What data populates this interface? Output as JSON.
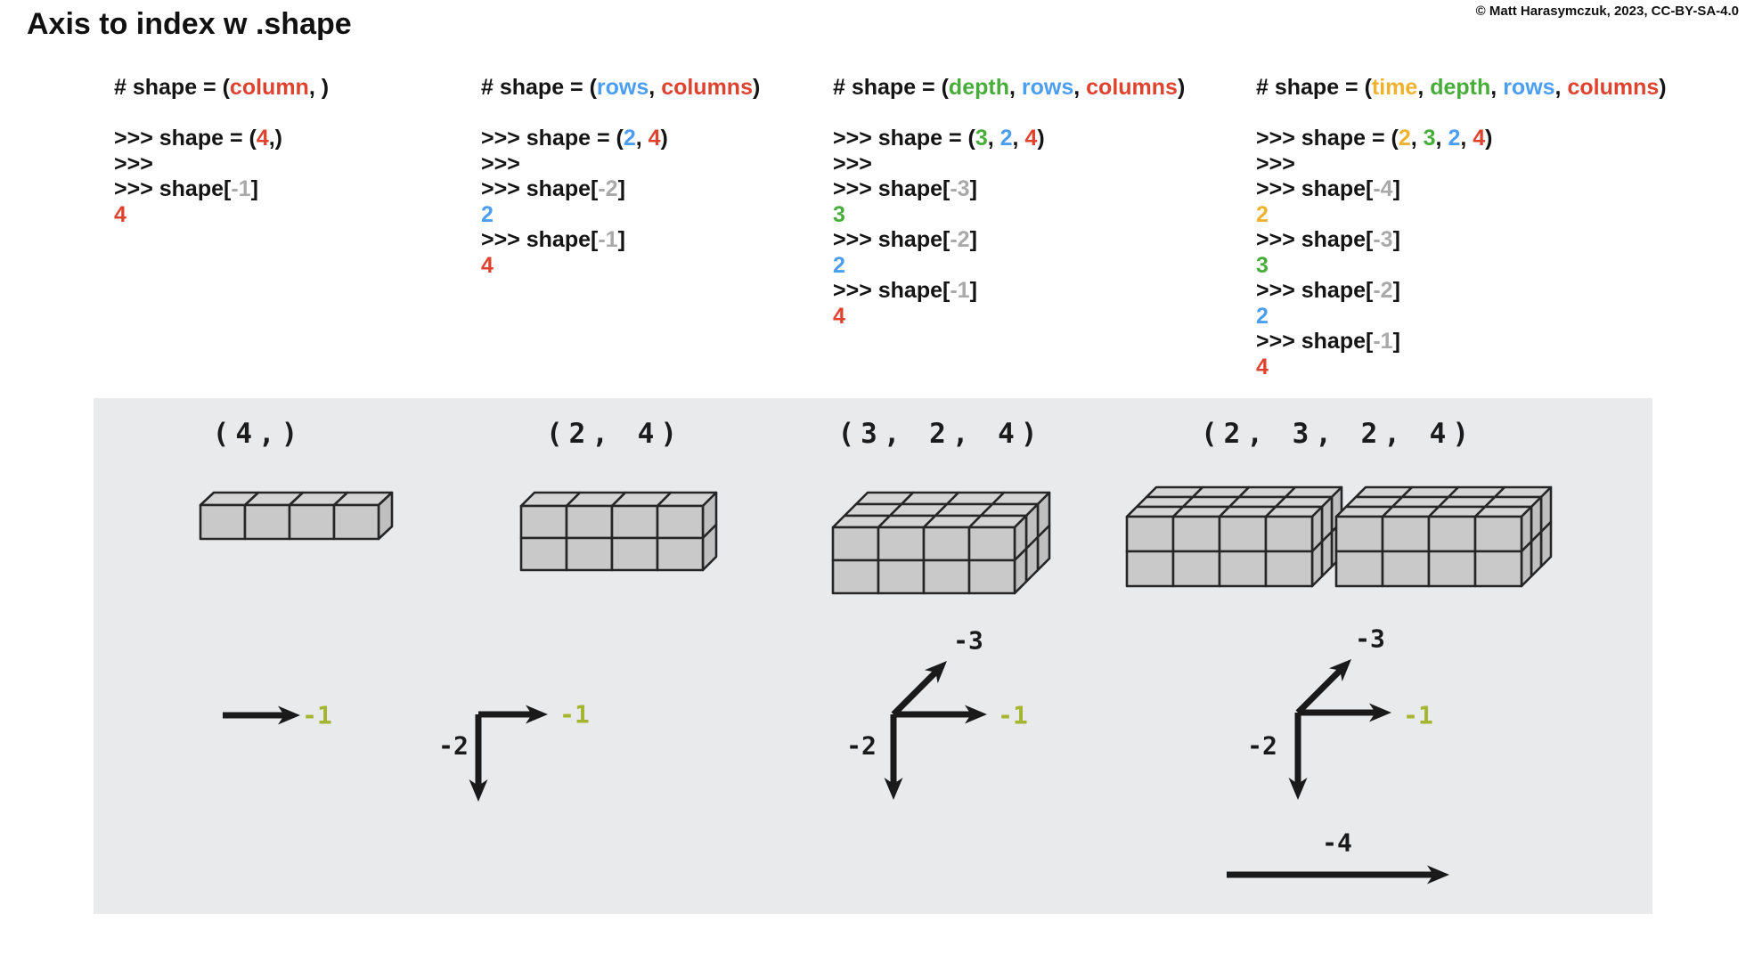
{
  "page": {
    "title": "Axis to index w .shape",
    "copyright": "© Matt Harasymczuk, 2023, CC-BY-SA-4.0"
  },
  "colors": {
    "k": "#141414",
    "r": "#de432f",
    "b": "#4b9ef2",
    "g": "#47ad3a",
    "y": "#eeb22f",
    "gr": "#a9a9a9",
    "olive": "#a4b52f",
    "black": "#1a1a1a"
  },
  "columns": [
    {
      "header": [
        [
          "# shape = (",
          "k"
        ],
        [
          "column",
          "r"
        ],
        [
          ", )",
          "k"
        ]
      ],
      "lines": [
        [
          [
            ">>> shape = (",
            "k"
          ],
          [
            "4",
            "r"
          ],
          [
            ",)",
            "k"
          ]
        ],
        [
          [
            ">>>",
            "k"
          ]
        ],
        [
          [
            ">>> shape[",
            "k"
          ],
          [
            "-1",
            "gr"
          ],
          [
            "]",
            "k"
          ]
        ],
        [
          [
            "4",
            "r"
          ]
        ]
      ]
    },
    {
      "header": [
        [
          "# shape = (",
          "k"
        ],
        [
          "rows",
          "b"
        ],
        [
          ", ",
          "k"
        ],
        [
          "columns",
          "r"
        ],
        [
          ")",
          "k"
        ]
      ],
      "lines": [
        [
          [
            ">>> shape = (",
            "k"
          ],
          [
            "2",
            "b"
          ],
          [
            ", ",
            "k"
          ],
          [
            "4",
            "r"
          ],
          [
            ")",
            "k"
          ]
        ],
        [
          [
            ">>>",
            "k"
          ]
        ],
        [
          [
            ">>> shape[",
            "k"
          ],
          [
            "-2",
            "gr"
          ],
          [
            "]",
            "k"
          ]
        ],
        [
          [
            "2",
            "b"
          ]
        ],
        [
          [
            ">>> shape[",
            "k"
          ],
          [
            "-1",
            "gr"
          ],
          [
            "]",
            "k"
          ]
        ],
        [
          [
            "4",
            "r"
          ]
        ]
      ]
    },
    {
      "header": [
        [
          "# shape = (",
          "k"
        ],
        [
          "depth",
          "g"
        ],
        [
          ", ",
          "k"
        ],
        [
          "rows",
          "b"
        ],
        [
          ", ",
          "k"
        ],
        [
          "columns",
          "r"
        ],
        [
          ")",
          "k"
        ]
      ],
      "lines": [
        [
          [
            ">>> shape = (",
            "k"
          ],
          [
            "3",
            "g"
          ],
          [
            ", ",
            "k"
          ],
          [
            "2",
            "b"
          ],
          [
            ", ",
            "k"
          ],
          [
            "4",
            "r"
          ],
          [
            ")",
            "k"
          ]
        ],
        [
          [
            ">>>",
            "k"
          ]
        ],
        [
          [
            ">>> shape[",
            "k"
          ],
          [
            "-3",
            "gr"
          ],
          [
            "]",
            "k"
          ]
        ],
        [
          [
            "3",
            "g"
          ]
        ],
        [
          [
            ">>> shape[",
            "k"
          ],
          [
            "-2",
            "gr"
          ],
          [
            "]",
            "k"
          ]
        ],
        [
          [
            "2",
            "b"
          ]
        ],
        [
          [
            ">>> shape[",
            "k"
          ],
          [
            "-1",
            "gr"
          ],
          [
            "]",
            "k"
          ]
        ],
        [
          [
            "4",
            "r"
          ]
        ]
      ]
    },
    {
      "header": [
        [
          "# shape = (",
          "k"
        ],
        [
          "time",
          "y"
        ],
        [
          ", ",
          "k"
        ],
        [
          "depth",
          "g"
        ],
        [
          ", ",
          "k"
        ],
        [
          "rows",
          "b"
        ],
        [
          ", ",
          "k"
        ],
        [
          "columns",
          "r"
        ],
        [
          ")",
          "k"
        ]
      ],
      "lines": [
        [
          [
            ">>> shape = (",
            "k"
          ],
          [
            "2",
            "y"
          ],
          [
            ", ",
            "k"
          ],
          [
            "3",
            "g"
          ],
          [
            ", ",
            "k"
          ],
          [
            "2",
            "b"
          ],
          [
            ", ",
            "k"
          ],
          [
            "4",
            "r"
          ],
          [
            ")",
            "k"
          ]
        ],
        [
          [
            ">>>",
            "k"
          ]
        ],
        [
          [
            ">>> shape[",
            "k"
          ],
          [
            "-4",
            "gr"
          ],
          [
            "]",
            "k"
          ]
        ],
        [
          [
            "2",
            "y"
          ]
        ],
        [
          [
            ">>> shape[",
            "k"
          ],
          [
            "-3",
            "gr"
          ],
          [
            "]",
            "k"
          ]
        ],
        [
          [
            "3",
            "g"
          ]
        ],
        [
          [
            ">>> shape[",
            "k"
          ],
          [
            "-2",
            "gr"
          ],
          [
            "]",
            "k"
          ]
        ],
        [
          [
            "2",
            "b"
          ]
        ],
        [
          [
            ">>> shape[",
            "k"
          ],
          [
            "-1",
            "gr"
          ],
          [
            "]",
            "k"
          ]
        ],
        [
          [
            "4",
            "r"
          ]
        ]
      ]
    }
  ],
  "panel": {
    "diagrams": [
      {
        "label": "(4,)",
        "blocks": [
          {
            "rows": 1,
            "cols": 4,
            "depth": 1
          }
        ],
        "axes": [
          {
            "dir": "right",
            "label": "-1",
            "color": "olive"
          }
        ]
      },
      {
        "label": "(2, 4)",
        "blocks": [
          {
            "rows": 2,
            "cols": 4,
            "depth": 1
          }
        ],
        "axes": [
          {
            "dir": "right",
            "label": "-1",
            "color": "olive"
          },
          {
            "dir": "down",
            "label": "-2",
            "color": "black"
          }
        ]
      },
      {
        "label": "(3, 2, 4)",
        "blocks": [
          {
            "rows": 2,
            "cols": 4,
            "depth": 3
          }
        ],
        "axes": [
          {
            "dir": "diag",
            "label": "-3",
            "color": "black"
          },
          {
            "dir": "right",
            "label": "-1",
            "color": "olive"
          },
          {
            "dir": "down",
            "label": "-2",
            "color": "black"
          }
        ]
      },
      {
        "label": "(2, 3, 2, 4)",
        "blocks": [
          {
            "rows": 2,
            "cols": 4,
            "depth": 3
          },
          {
            "rows": 2,
            "cols": 4,
            "depth": 3
          }
        ],
        "axes": [
          {
            "dir": "diag",
            "label": "-3",
            "color": "black"
          },
          {
            "dir": "right",
            "label": "-1",
            "color": "olive"
          },
          {
            "dir": "down",
            "label": "-2",
            "color": "black"
          },
          {
            "dir": "long-right",
            "label": "-4",
            "color": "black"
          }
        ]
      }
    ]
  }
}
